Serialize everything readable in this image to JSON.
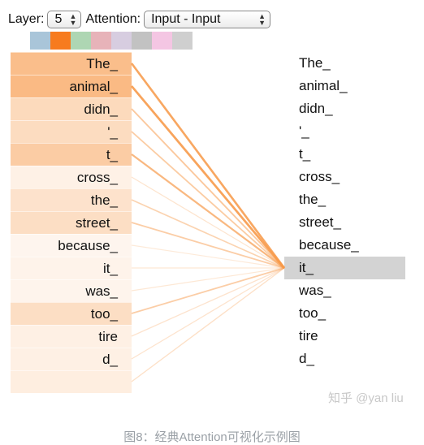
{
  "toolbar": {
    "layer_label": "Layer:",
    "layer_value": "5",
    "attention_label": "Attention:",
    "attention_value": "Input - Input",
    "select_arrow_icon": "updown-arrows-icon"
  },
  "heads": {
    "colors": [
      "#a9c5d9",
      "#f77b1e",
      "#aed6b3",
      "#e7b3b9",
      "#d7cde0",
      "#c2c2c2",
      "#f4c6e3",
      "#cfcfcf"
    ],
    "active_index": 1
  },
  "tokens": [
    "The_",
    "animal_",
    "didn_",
    "'_",
    "t_",
    "cross_",
    "the_",
    "street_",
    "because_",
    "it_",
    "was_",
    "too_",
    "tire",
    "d_",
    ""
  ],
  "selected_token_index": 9,
  "attention_weights": [
    0.55,
    0.58,
    0.3,
    0.28,
    0.42,
    0.09,
    0.22,
    0.26,
    0.05,
    0.07,
    0.06,
    0.26,
    0.1,
    0.1,
    0.12
  ],
  "highlight_color": "#f79a4a",
  "watermark": "知乎 @yan liu",
  "caption": "图8：经典Attention可视化示例图"
}
